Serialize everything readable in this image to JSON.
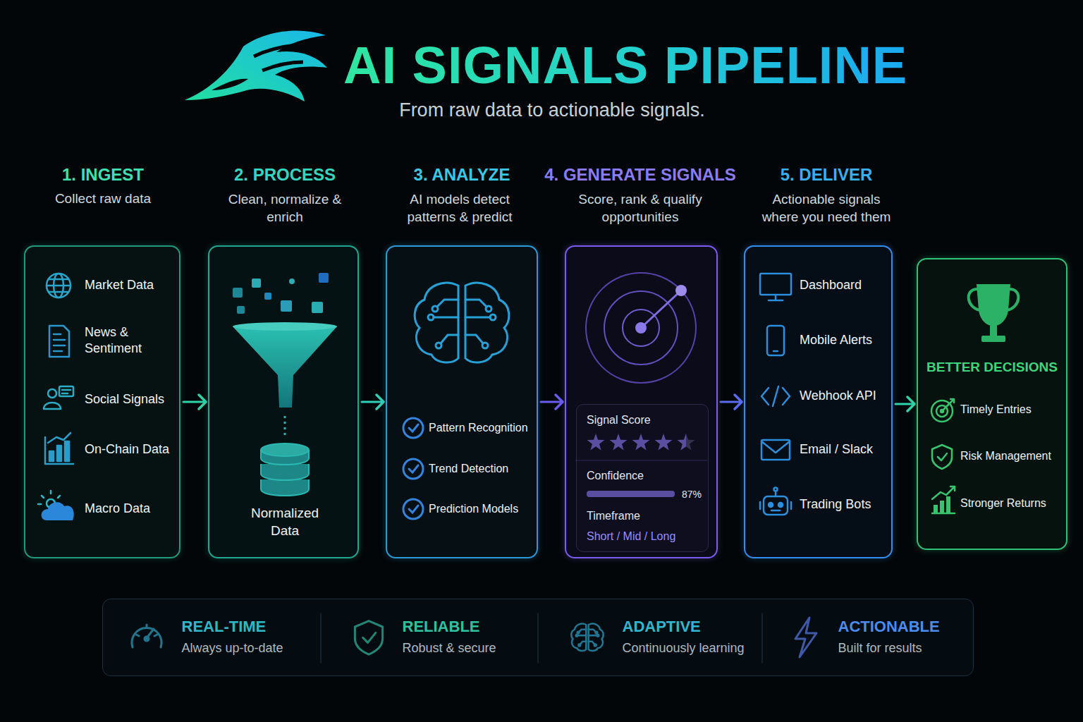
{
  "diagram": {
    "title": "AI SIGNALS PIPELINE",
    "nodes": [
      {
        "text": [
          "1. INGEST",
          "Collect raw data",
          "Market Data",
          "News & Sentiment",
          "Social Signals",
          "On-Chain Data",
          "Macro Data"
        ]
      },
      {
        "text": [
          "2. PROCESS",
          "Clean, normalize & enrich",
          "Normalized Data"
        ]
      },
      {
        "text": [
          "3. ANALYZE",
          "AI models detect patterns & predict",
          "Pattern Recognition",
          "Trend Detection",
          "Prediction Models"
        ]
      },
      {
        "text": [
          "4. GENERATE SIGNALS",
          "Score, rank & qualify opportunities"
        ]
      },
      {
        "text": [
          "Signal Score",
          "Confidence",
          "87%",
          "Timeframe",
          "Short / Mid / Long"
        ],
        "in": 3
      },
      {
        "text": [
          "5. DELIVER",
          "Actionable signals where you need them",
          "Dashboard",
          "Mobile Alerts",
          "Webhook API",
          "Email / Slack",
          "Trading Bots"
        ]
      },
      {
        "text": [
          "BETTER DECISIONS",
          "Timely Entries",
          "Risk Management",
          "Stronger Returns"
        ]
      },
      {
        "text": [
          "REAL-TIME",
          "Always up-to-date",
          "RELIABLE",
          "Robust & secure",
          "ADAPTIVE",
          "Continuously learning",
          "ACTIONABLE",
          "Built for results"
        ]
      }
    ],
    "edges": [
      {
        "from": 0,
        "to": 1,
        "arrow": "to"
      },
      {
        "from": 1,
        "to": 2,
        "arrow": "to"
      },
      {
        "from": 2,
        "to": 3,
        "arrow": "to"
      },
      {
        "from": 3,
        "to": 5,
        "arrow": "to"
      },
      {
        "from": 5,
        "to": 6,
        "arrow": "to"
      }
    ],
    "labels": [
      "From raw data to actionable signals."
    ]
  }
}
